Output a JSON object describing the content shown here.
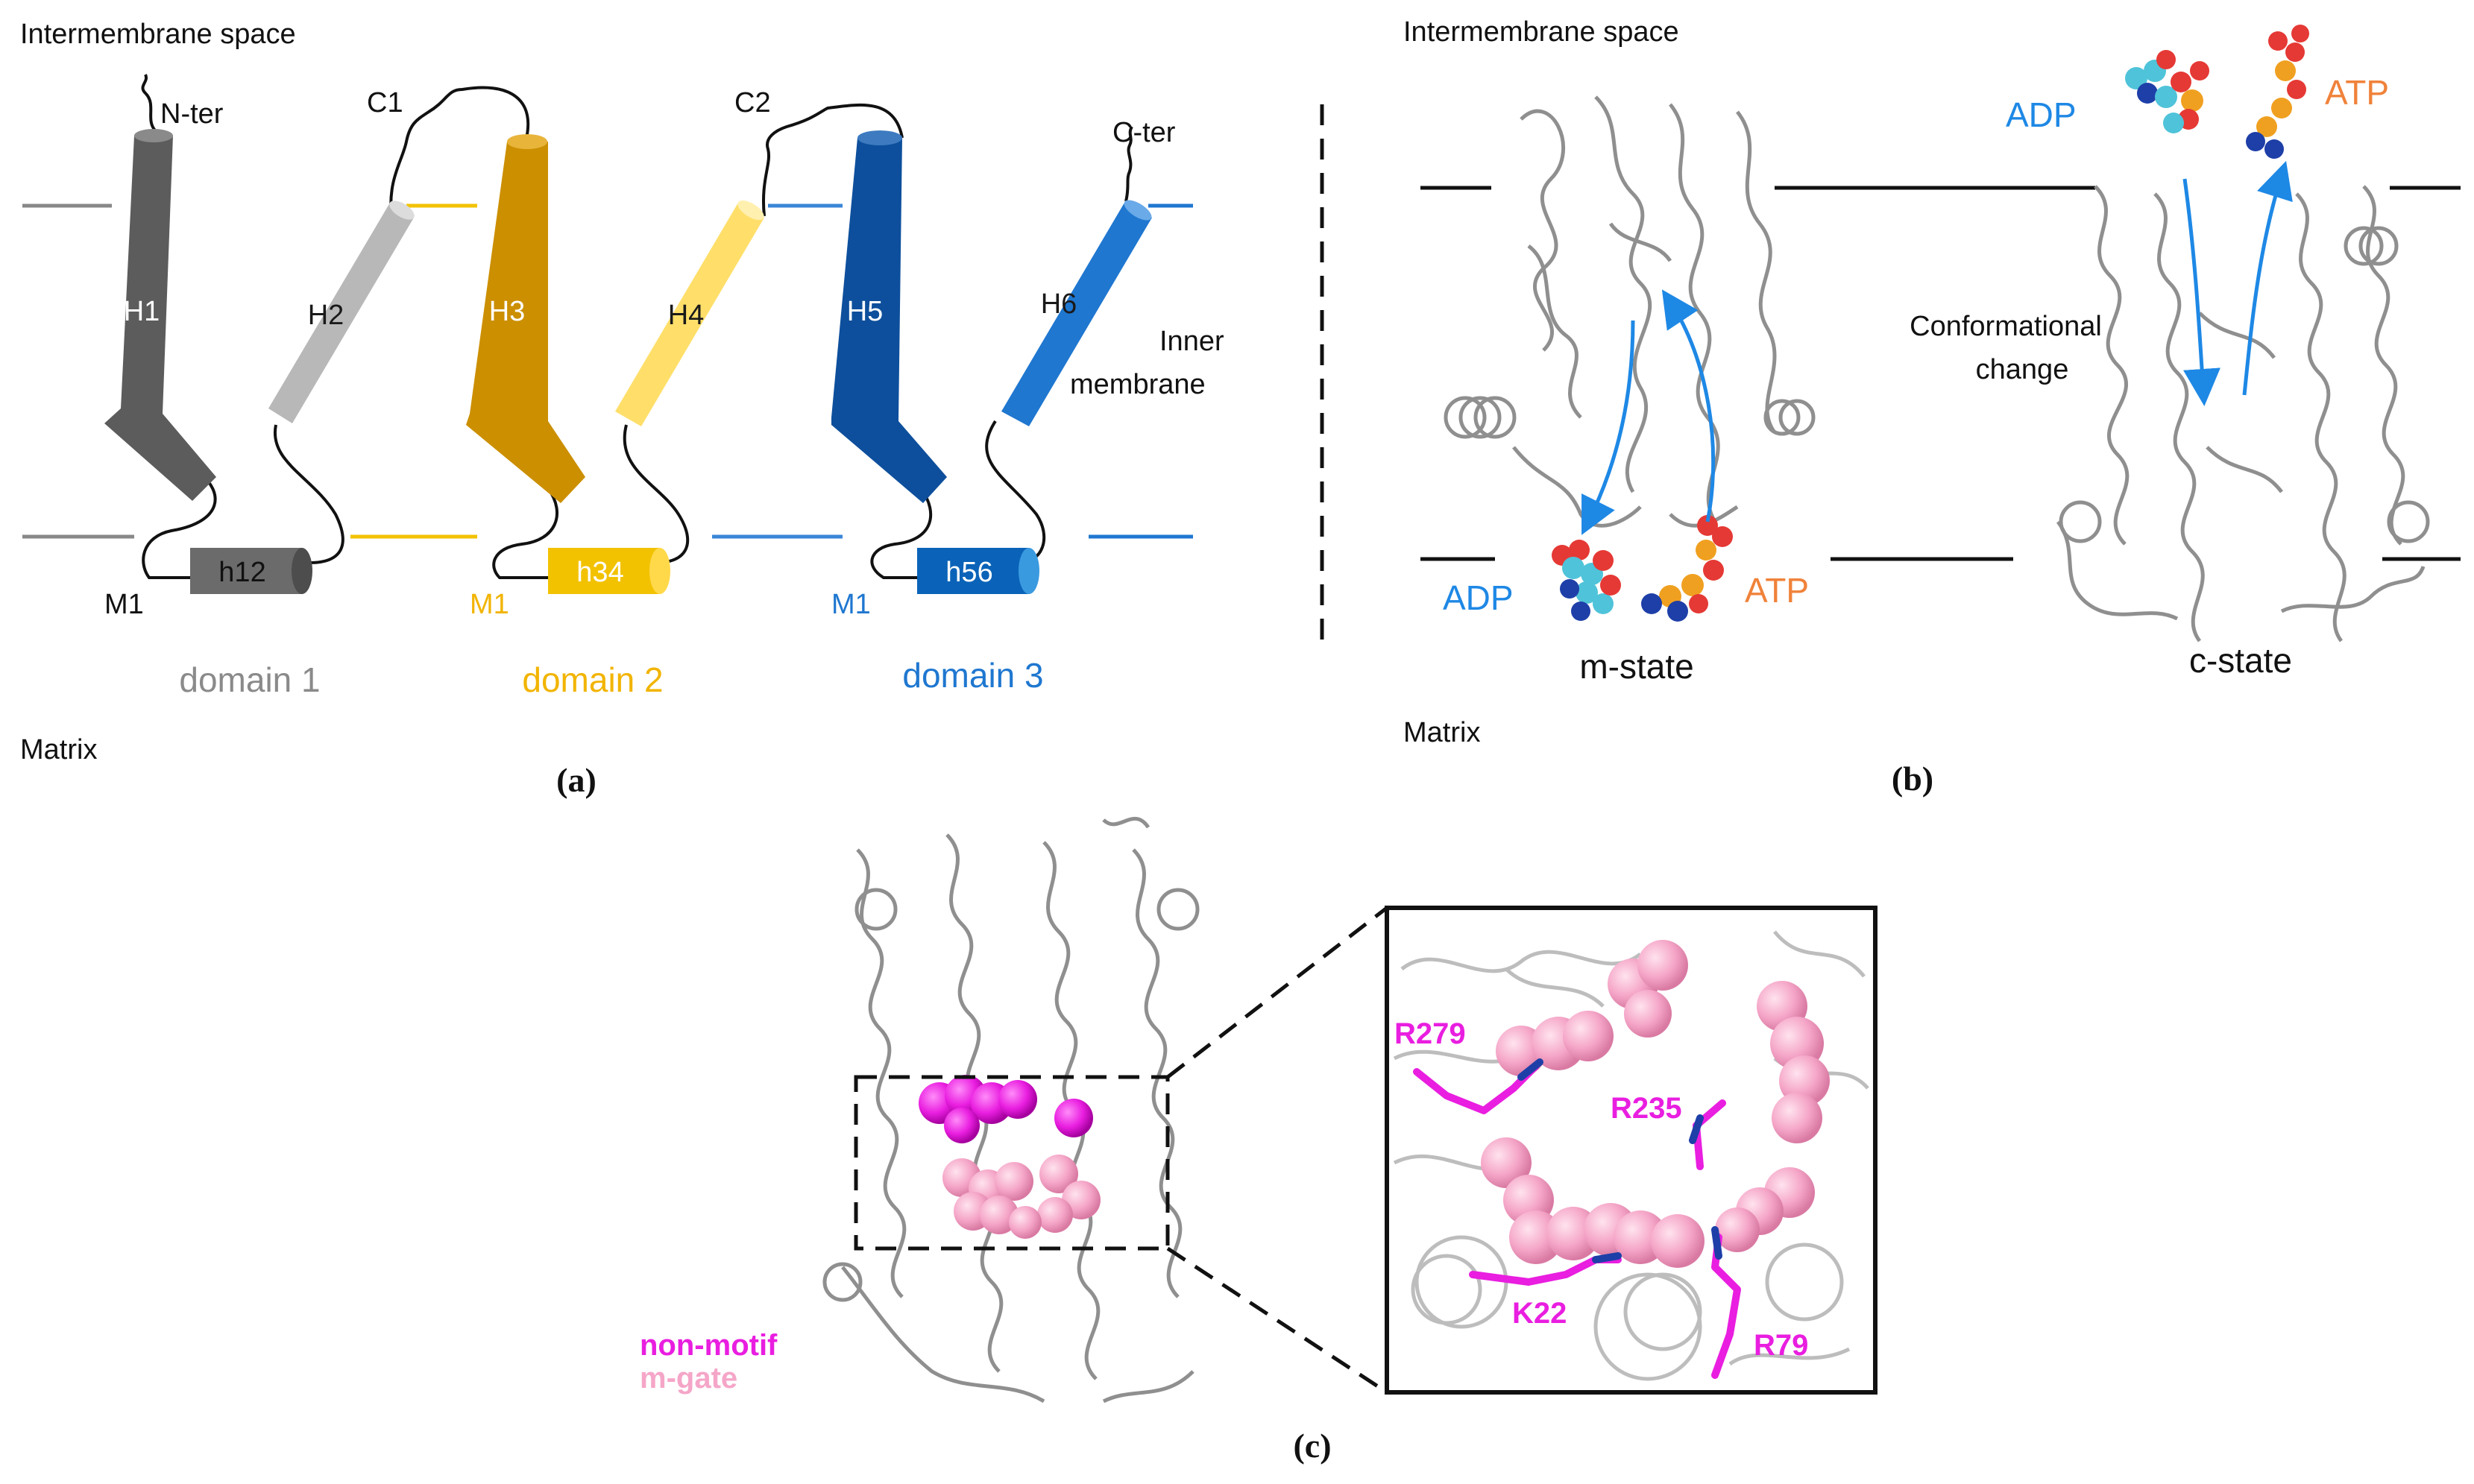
{
  "panel_a": {
    "top_label": "Intermembrane space",
    "bottom_label": "Matrix",
    "n_ter": "N-ter",
    "c_ter": "C-ter",
    "c1": "C1",
    "c2": "C2",
    "helices": [
      "H1",
      "H2",
      "H3",
      "H4",
      "H5",
      "H6"
    ],
    "short_helices": [
      "h12",
      "h34",
      "h56"
    ],
    "m1": "M1",
    "inner_membrane": [
      "Inner",
      "membrane"
    ],
    "domains": [
      "domain 1",
      "domain 2",
      "domain 3"
    ],
    "panel_letter": "(a)",
    "colors": {
      "domain1_dark": "#5c5c5c",
      "domain1_light": "#b8b8b8",
      "domain2_dark": "#cc8f00",
      "domain2_light": "#ffdf6a",
      "domain3_dark": "#0d4f9c",
      "domain3_light": "#1f77d0"
    }
  },
  "panel_b": {
    "top_label": "Intermembrane space",
    "bottom_label": "Matrix",
    "adp": "ADP",
    "atp": "ATP",
    "conformational": [
      "Conformational",
      "change"
    ],
    "m_state": "m-state",
    "c_state": "c-state",
    "panel_letter": "(b)",
    "colors": {
      "adp": "#1e88e5",
      "atp": "#f0823a",
      "arrow": "#1e88e5"
    }
  },
  "panel_c": {
    "legend": [
      "non-motif",
      "m-gate"
    ],
    "residues": [
      "R279",
      "R235",
      "K22",
      "R79"
    ],
    "panel_letter": "(c)",
    "colors": {
      "non_motif": "#e91ee0",
      "m_gate": "#f5a6c8"
    }
  }
}
